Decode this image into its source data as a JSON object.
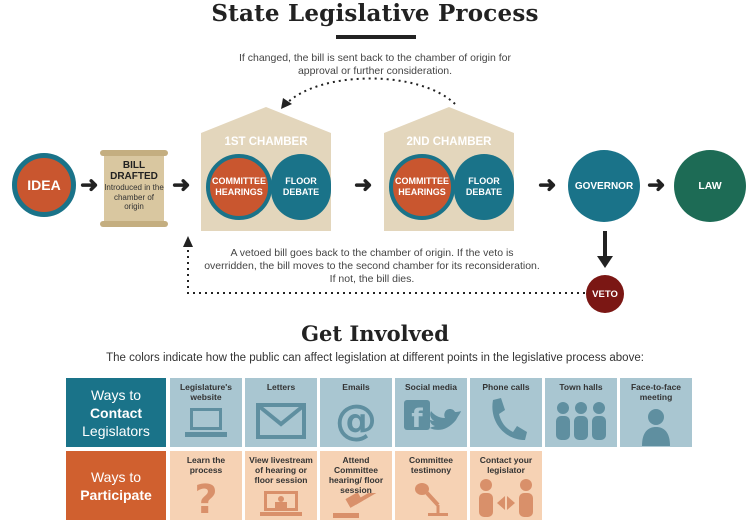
{
  "title": "State Legislative Process",
  "notes": {
    "return_note": "If changed, the bill is sent back to the chamber of origin for approval or further consideration.",
    "veto_note": "A vetoed bill goes back to the chamber of origin. If the veto is overridden, the bill moves to the second chamber for its reconsideration. If not, the bill dies."
  },
  "flow": {
    "idea": "IDEA",
    "bill_title": "BILL DRAFTED",
    "bill_text": "Introduced in the chamber of origin",
    "chamber1": {
      "label": "1ST CHAMBER",
      "left": "COMMITTEE HEARINGS",
      "right": "FLOOR DEBATE"
    },
    "chamber2": {
      "label": "2ND CHAMBER",
      "left": "COMMITTEE HEARINGS",
      "right": "FLOOR DEBATE"
    },
    "governor": "GOVERNOR",
    "law": "LAW",
    "veto": "VETO"
  },
  "get_involved": {
    "title": "Get Involved",
    "subtitle": "The colors indicate how the public can affect legislation at different points in the legislative process above:",
    "contact_head": {
      "line1": "Ways to",
      "line2": "Contact",
      "line3": "Legislators"
    },
    "participate_head": {
      "line1": "Ways to",
      "line2": "Participate"
    },
    "contact_items": [
      "Legislature's website",
      "Letters",
      "Emails",
      "Social media",
      "Phone calls",
      "Town halls",
      "Face-to-face meeting"
    ],
    "participate_items": [
      "Learn the process",
      "View livestream of hearing or floor session",
      "Attend Committee hearing/ floor session",
      "Committee testimony",
      "Contact your legislator"
    ]
  },
  "colors": {
    "orange": "#c9562f",
    "teal": "#1a7389",
    "green": "#1d6b55",
    "veto": "#7b1714",
    "house": "#e3d6bc",
    "scroll": "#d9c7a0",
    "contact_head": "#1a7389",
    "participate_head": "#d0602f",
    "contact_cell": "#a9c6d1",
    "participate_cell": "#f6d2b4"
  }
}
